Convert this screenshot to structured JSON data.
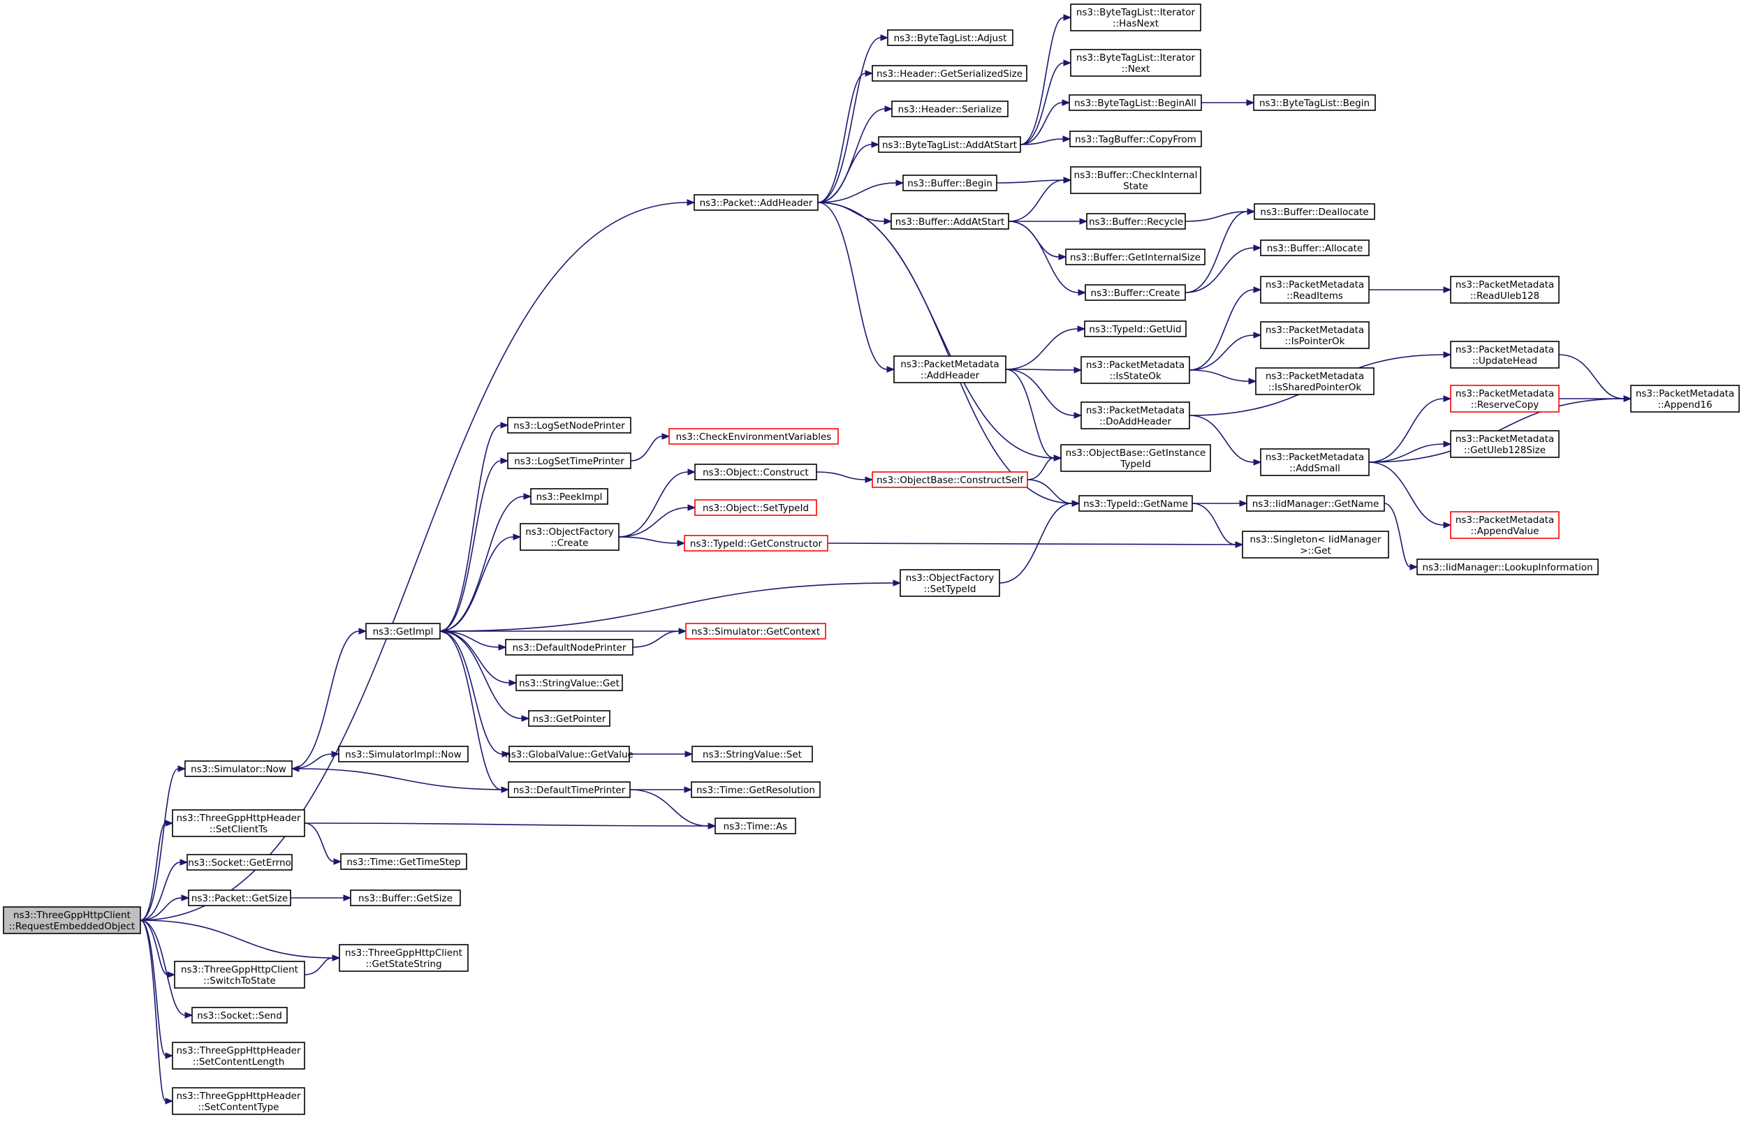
{
  "graph": {
    "nodes": [
      {
        "id": "root",
        "label": [
          "ns3::ThreeGppHttpClient",
          "::RequestEmbeddedObject"
        ],
        "style": "root"
      },
      {
        "id": "addheader",
        "label": [
          "ns3::Packet::AddHeader"
        ],
        "style": "normal"
      },
      {
        "id": "bt_adjust",
        "label": [
          "ns3::ByteTagList::Adjust"
        ],
        "style": "normal"
      },
      {
        "id": "hdr_getser",
        "label": [
          "ns3::Header::GetSerializedSize"
        ],
        "style": "normal"
      },
      {
        "id": "hdr_ser",
        "label": [
          "ns3::Header::Serialize"
        ],
        "style": "normal"
      },
      {
        "id": "bt_addatstart",
        "label": [
          "ns3::ByteTagList::AddAtStart"
        ],
        "style": "normal"
      },
      {
        "id": "bt_it_hasnext",
        "label": [
          "ns3::ByteTagList::Iterator",
          "::HasNext"
        ],
        "style": "normal"
      },
      {
        "id": "bt_it_next",
        "label": [
          "ns3::ByteTagList::Iterator",
          "::Next"
        ],
        "style": "normal"
      },
      {
        "id": "bt_beginall",
        "label": [
          "ns3::ByteTagList::BeginAll"
        ],
        "style": "normal"
      },
      {
        "id": "bt_begin",
        "label": [
          "ns3::ByteTagList::Begin"
        ],
        "style": "normal"
      },
      {
        "id": "tb_copyfrom",
        "label": [
          "ns3::TagBuffer::CopyFrom"
        ],
        "style": "normal"
      },
      {
        "id": "buf_begin",
        "label": [
          "ns3::Buffer::Begin"
        ],
        "style": "normal"
      },
      {
        "id": "buf_checkinternal",
        "label": [
          "ns3::Buffer::CheckInternal",
          "State"
        ],
        "style": "normal"
      },
      {
        "id": "buf_addatstart",
        "label": [
          "ns3::Buffer::AddAtStart"
        ],
        "style": "normal"
      },
      {
        "id": "buf_recycle",
        "label": [
          "ns3::Buffer::Recycle"
        ],
        "style": "normal"
      },
      {
        "id": "buf_dealloc",
        "label": [
          "ns3::Buffer::Deallocate"
        ],
        "style": "normal"
      },
      {
        "id": "buf_alloc",
        "label": [
          "ns3::Buffer::Allocate"
        ],
        "style": "normal"
      },
      {
        "id": "buf_getinternalsize",
        "label": [
          "ns3::Buffer::GetInternalSize"
        ],
        "style": "normal"
      },
      {
        "id": "buf_create",
        "label": [
          "ns3::Buffer::Create"
        ],
        "style": "normal"
      },
      {
        "id": "pm_readitems",
        "label": [
          "ns3::PacketMetadata",
          "::ReadItems"
        ],
        "style": "normal"
      },
      {
        "id": "pm_readuleb",
        "label": [
          "ns3::PacketMetadata",
          "::ReadUleb128"
        ],
        "style": "normal"
      },
      {
        "id": "typeid_getuid",
        "label": [
          "ns3::TypeId::GetUid"
        ],
        "style": "normal"
      },
      {
        "id": "pm_ispointerok",
        "label": [
          "ns3::PacketMetadata",
          "::IsPointerOk"
        ],
        "style": "normal"
      },
      {
        "id": "pm_addheader",
        "label": [
          "ns3::PacketMetadata",
          "::AddHeader"
        ],
        "style": "normal"
      },
      {
        "id": "pm_isstateok",
        "label": [
          "ns3::PacketMetadata",
          "::IsStateOk"
        ],
        "style": "normal"
      },
      {
        "id": "pm_issharedptrok",
        "label": [
          "ns3::PacketMetadata",
          "::IsSharedPointerOk"
        ],
        "style": "normal"
      },
      {
        "id": "pm_updatehead",
        "label": [
          "ns3::PacketMetadata",
          "::UpdateHead"
        ],
        "style": "normal"
      },
      {
        "id": "pm_reservecopy",
        "label": [
          "ns3::PacketMetadata",
          "::ReserveCopy"
        ],
        "style": "red"
      },
      {
        "id": "pm_append16",
        "label": [
          "ns3::PacketMetadata",
          "::Append16"
        ],
        "style": "normal"
      },
      {
        "id": "pm_doaddheader",
        "label": [
          "ns3::PacketMetadata",
          "::DoAddHeader"
        ],
        "style": "normal"
      },
      {
        "id": "pm_getuleb128size",
        "label": [
          "ns3::PacketMetadata",
          "::GetUleb128Size"
        ],
        "style": "normal"
      },
      {
        "id": "pm_addsmall",
        "label": [
          "ns3::PacketMetadata",
          "::AddSmall"
        ],
        "style": "normal"
      },
      {
        "id": "pm_appendvalue",
        "label": [
          "ns3::PacketMetadata",
          "::AppendValue"
        ],
        "style": "red"
      },
      {
        "id": "logsetnodeprinter",
        "label": [
          "ns3::LogSetNodePrinter"
        ],
        "style": "normal"
      },
      {
        "id": "logsettimeprinter",
        "label": [
          "ns3::LogSetTimePrinter"
        ],
        "style": "normal"
      },
      {
        "id": "checkenv",
        "label": [
          "ns3::CheckEnvironmentVariables"
        ],
        "style": "red"
      },
      {
        "id": "peekimpl",
        "label": [
          "ns3::PeekImpl"
        ],
        "style": "normal"
      },
      {
        "id": "obj_construct",
        "label": [
          "ns3::Object::Construct"
        ],
        "style": "normal"
      },
      {
        "id": "ob_constructself",
        "label": [
          "ns3::ObjectBase::ConstructSelf"
        ],
        "style": "red"
      },
      {
        "id": "ob_getinstancetypeid",
        "label": [
          "ns3::ObjectBase::GetInstance",
          "TypeId"
        ],
        "style": "normal"
      },
      {
        "id": "of_create",
        "label": [
          "ns3::ObjectFactory",
          "::Create"
        ],
        "style": "normal"
      },
      {
        "id": "obj_settypeid",
        "label": [
          "ns3::Object::SetTypeId"
        ],
        "style": "red"
      },
      {
        "id": "typeid_getname",
        "label": [
          "ns3::TypeId::GetName"
        ],
        "style": "normal"
      },
      {
        "id": "iidmgr_getname",
        "label": [
          "ns3::IidManager::GetName"
        ],
        "style": "normal"
      },
      {
        "id": "typeid_getconstructor",
        "label": [
          "ns3::TypeId::GetConstructor"
        ],
        "style": "red"
      },
      {
        "id": "singleton_get",
        "label": [
          "ns3::Singleton< IidManager",
          " >::Get"
        ],
        "style": "normal"
      },
      {
        "id": "iidmgr_lookupinfo",
        "label": [
          "ns3::IidManager::LookupInformation"
        ],
        "style": "normal"
      },
      {
        "id": "of_settypeid",
        "label": [
          "ns3::ObjectFactory",
          "::SetTypeId"
        ],
        "style": "normal"
      },
      {
        "id": "getimpl",
        "label": [
          "ns3::GetImpl"
        ],
        "style": "normal"
      },
      {
        "id": "defaultnodeprinter",
        "label": [
          "ns3::DefaultNodePrinter"
        ],
        "style": "normal"
      },
      {
        "id": "sim_getcontext",
        "label": [
          "ns3::Simulator::GetContext"
        ],
        "style": "red"
      },
      {
        "id": "stringvalue_get",
        "label": [
          "ns3::StringValue::Get"
        ],
        "style": "normal"
      },
      {
        "id": "getpointer",
        "label": [
          "ns3::GetPointer"
        ],
        "style": "normal"
      },
      {
        "id": "globalvalue_getvalue",
        "label": [
          "ns3::GlobalValue::GetValue"
        ],
        "style": "normal"
      },
      {
        "id": "stringvalue_set",
        "label": [
          "ns3::StringValue::Set"
        ],
        "style": "normal"
      },
      {
        "id": "sim_now",
        "label": [
          "ns3::Simulator::Now"
        ],
        "style": "normal"
      },
      {
        "id": "simimpl_now",
        "label": [
          "ns3::SimulatorImpl::Now"
        ],
        "style": "normal"
      },
      {
        "id": "defaulttimeprinter",
        "label": [
          "ns3::DefaultTimePrinter"
        ],
        "style": "normal"
      },
      {
        "id": "time_getresolution",
        "label": [
          "ns3::Time::GetResolution"
        ],
        "style": "normal"
      },
      {
        "id": "hdr_setclientts",
        "label": [
          "ns3::ThreeGppHttpHeader",
          "::SetClientTs"
        ],
        "style": "normal"
      },
      {
        "id": "time_as",
        "label": [
          "ns3::Time::As"
        ],
        "style": "normal"
      },
      {
        "id": "time_gettimestep",
        "label": [
          "ns3::Time::GetTimeStep"
        ],
        "style": "normal"
      },
      {
        "id": "socket_geterrno",
        "label": [
          "ns3::Socket::GetErrno"
        ],
        "style": "normal"
      },
      {
        "id": "packet_getsize",
        "label": [
          "ns3::Packet::GetSize"
        ],
        "style": "normal"
      },
      {
        "id": "buf_getsize",
        "label": [
          "ns3::Buffer::GetSize"
        ],
        "style": "normal"
      },
      {
        "id": "client_getstatestring",
        "label": [
          "ns3::ThreeGppHttpClient",
          "::GetStateString"
        ],
        "style": "normal"
      },
      {
        "id": "client_switchtostate",
        "label": [
          "ns3::ThreeGppHttpClient",
          "::SwitchToState"
        ],
        "style": "normal"
      },
      {
        "id": "socket_send",
        "label": [
          "ns3::Socket::Send"
        ],
        "style": "normal"
      },
      {
        "id": "hdr_setcontentlength",
        "label": [
          "ns3::ThreeGppHttpHeader",
          "::SetContentLength"
        ],
        "style": "normal"
      },
      {
        "id": "hdr_setcontenttype",
        "label": [
          "ns3::ThreeGppHttpHeader",
          "::SetContentType"
        ],
        "style": "normal"
      }
    ],
    "edges": [
      [
        "root",
        "addheader"
      ],
      [
        "root",
        "sim_now"
      ],
      [
        "root",
        "hdr_setclientts"
      ],
      [
        "root",
        "socket_geterrno"
      ],
      [
        "root",
        "packet_getsize"
      ],
      [
        "root",
        "client_getstatestring"
      ],
      [
        "root",
        "client_switchtostate"
      ],
      [
        "root",
        "socket_send"
      ],
      [
        "root",
        "hdr_setcontentlength"
      ],
      [
        "root",
        "hdr_setcontenttype"
      ],
      [
        "addheader",
        "bt_adjust"
      ],
      [
        "addheader",
        "hdr_getser"
      ],
      [
        "addheader",
        "hdr_ser"
      ],
      [
        "addheader",
        "bt_addatstart"
      ],
      [
        "addheader",
        "buf_begin"
      ],
      [
        "addheader",
        "buf_addatstart"
      ],
      [
        "addheader",
        "pm_addheader"
      ],
      [
        "addheader",
        "ob_getinstancetypeid"
      ],
      [
        "addheader",
        "typeid_getname"
      ],
      [
        "bt_addatstart",
        "bt_it_hasnext"
      ],
      [
        "bt_addatstart",
        "bt_it_next"
      ],
      [
        "bt_addatstart",
        "bt_beginall"
      ],
      [
        "bt_addatstart",
        "tb_copyfrom"
      ],
      [
        "bt_beginall",
        "bt_begin"
      ],
      [
        "buf_begin",
        "buf_checkinternal"
      ],
      [
        "buf_addatstart",
        "buf_checkinternal"
      ],
      [
        "buf_addatstart",
        "buf_recycle"
      ],
      [
        "buf_addatstart",
        "buf_getinternalsize"
      ],
      [
        "buf_addatstart",
        "buf_create"
      ],
      [
        "buf_recycle",
        "buf_dealloc"
      ],
      [
        "buf_create",
        "buf_dealloc"
      ],
      [
        "buf_create",
        "buf_alloc"
      ],
      [
        "pm_addheader",
        "typeid_getuid"
      ],
      [
        "pm_addheader",
        "pm_isstateok"
      ],
      [
        "pm_addheader",
        "pm_doaddheader"
      ],
      [
        "pm_addheader",
        "ob_getinstancetypeid"
      ],
      [
        "pm_isstateok",
        "pm_readitems"
      ],
      [
        "pm_isstateok",
        "pm_ispointerok"
      ],
      [
        "pm_isstateok",
        "pm_issharedptrok"
      ],
      [
        "pm_readitems",
        "pm_readuleb"
      ],
      [
        "pm_doaddheader",
        "pm_updatehead"
      ],
      [
        "pm_doaddheader",
        "pm_addsmall"
      ],
      [
        "pm_updatehead",
        "pm_append16"
      ],
      [
        "pm_reservecopy",
        "pm_append16"
      ],
      [
        "pm_addsmall",
        "pm_reservecopy"
      ],
      [
        "pm_addsmall",
        "pm_getuleb128size"
      ],
      [
        "pm_addsmall",
        "pm_append16"
      ],
      [
        "pm_addsmall",
        "pm_appendvalue"
      ],
      [
        "getimpl",
        "logsetnodeprinter"
      ],
      [
        "getimpl",
        "logsettimeprinter"
      ],
      [
        "getimpl",
        "peekimpl"
      ],
      [
        "getimpl",
        "of_create"
      ],
      [
        "getimpl",
        "defaultnodeprinter"
      ],
      [
        "getimpl",
        "stringvalue_get"
      ],
      [
        "getimpl",
        "getpointer"
      ],
      [
        "getimpl",
        "globalvalue_getvalue"
      ],
      [
        "getimpl",
        "defaulttimeprinter"
      ],
      [
        "getimpl",
        "of_settypeid"
      ],
      [
        "logsettimeprinter",
        "checkenv"
      ],
      [
        "of_create",
        "obj_construct"
      ],
      [
        "of_create",
        "obj_settypeid"
      ],
      [
        "of_create",
        "typeid_getconstructor"
      ],
      [
        "obj_construct",
        "ob_constructself"
      ],
      [
        "ob_constructself",
        "ob_getinstancetypeid"
      ],
      [
        "ob_constructself",
        "typeid_getname"
      ],
      [
        "typeid_getname",
        "iidmgr_getname"
      ],
      [
        "typeid_getname",
        "singleton_get"
      ],
      [
        "iidmgr_getname",
        "iidmgr_lookupinfo"
      ],
      [
        "typeid_getconstructor",
        "singleton_get"
      ],
      [
        "of_settypeid",
        "typeid_getname"
      ],
      [
        "defaultnodeprinter",
        "sim_getcontext"
      ],
      [
        "sim_getcontext",
        "getimpl"
      ],
      [
        "globalvalue_getvalue",
        "stringvalue_set"
      ],
      [
        "sim_now",
        "getimpl"
      ],
      [
        "sim_now",
        "simimpl_now"
      ],
      [
        "defaulttimeprinter",
        "sim_now"
      ],
      [
        "defaulttimeprinter",
        "time_getresolution"
      ],
      [
        "defaulttimeprinter",
        "time_as"
      ],
      [
        "hdr_setclientts",
        "time_as"
      ],
      [
        "hdr_setclientts",
        "time_gettimestep"
      ],
      [
        "packet_getsize",
        "buf_getsize"
      ],
      [
        "client_switchtostate",
        "client_getstatestring"
      ]
    ]
  }
}
